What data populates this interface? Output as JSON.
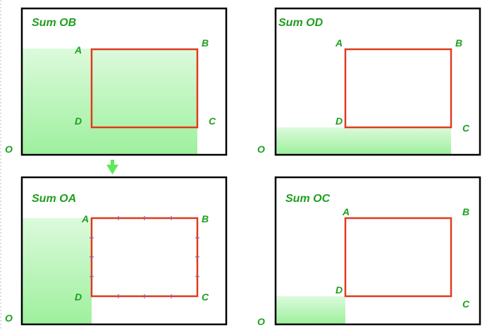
{
  "colors": {
    "frame": "#000000",
    "rect": "#e03a1e",
    "label": "#1e9e1e",
    "fill_light": "#dcfadc",
    "fill_dark": "#9ef09e",
    "arrow": "#5ee85e",
    "dash": "#bbbbbb",
    "marker": "#6a6ad0"
  },
  "icons": {
    "arrow": "down-arrow-icon"
  },
  "panels": [
    {
      "title": "Sum OB",
      "corner_a": "A",
      "corner_b": "B",
      "corner_c": "C",
      "corner_d": "D",
      "origin": "O"
    },
    {
      "title": "Sum OD",
      "corner_a": "A",
      "corner_b": "B",
      "corner_c": "C",
      "corner_d": "D",
      "origin": "O"
    },
    {
      "title": "Sum OA",
      "corner_a": "A",
      "corner_b": "B",
      "corner_c": "C",
      "corner_d": "D",
      "origin": "O"
    },
    {
      "title": "Sum OC",
      "corner_a": "A",
      "corner_b": "B",
      "corner_c": "C",
      "corner_d": "D",
      "origin": "O"
    }
  ]
}
